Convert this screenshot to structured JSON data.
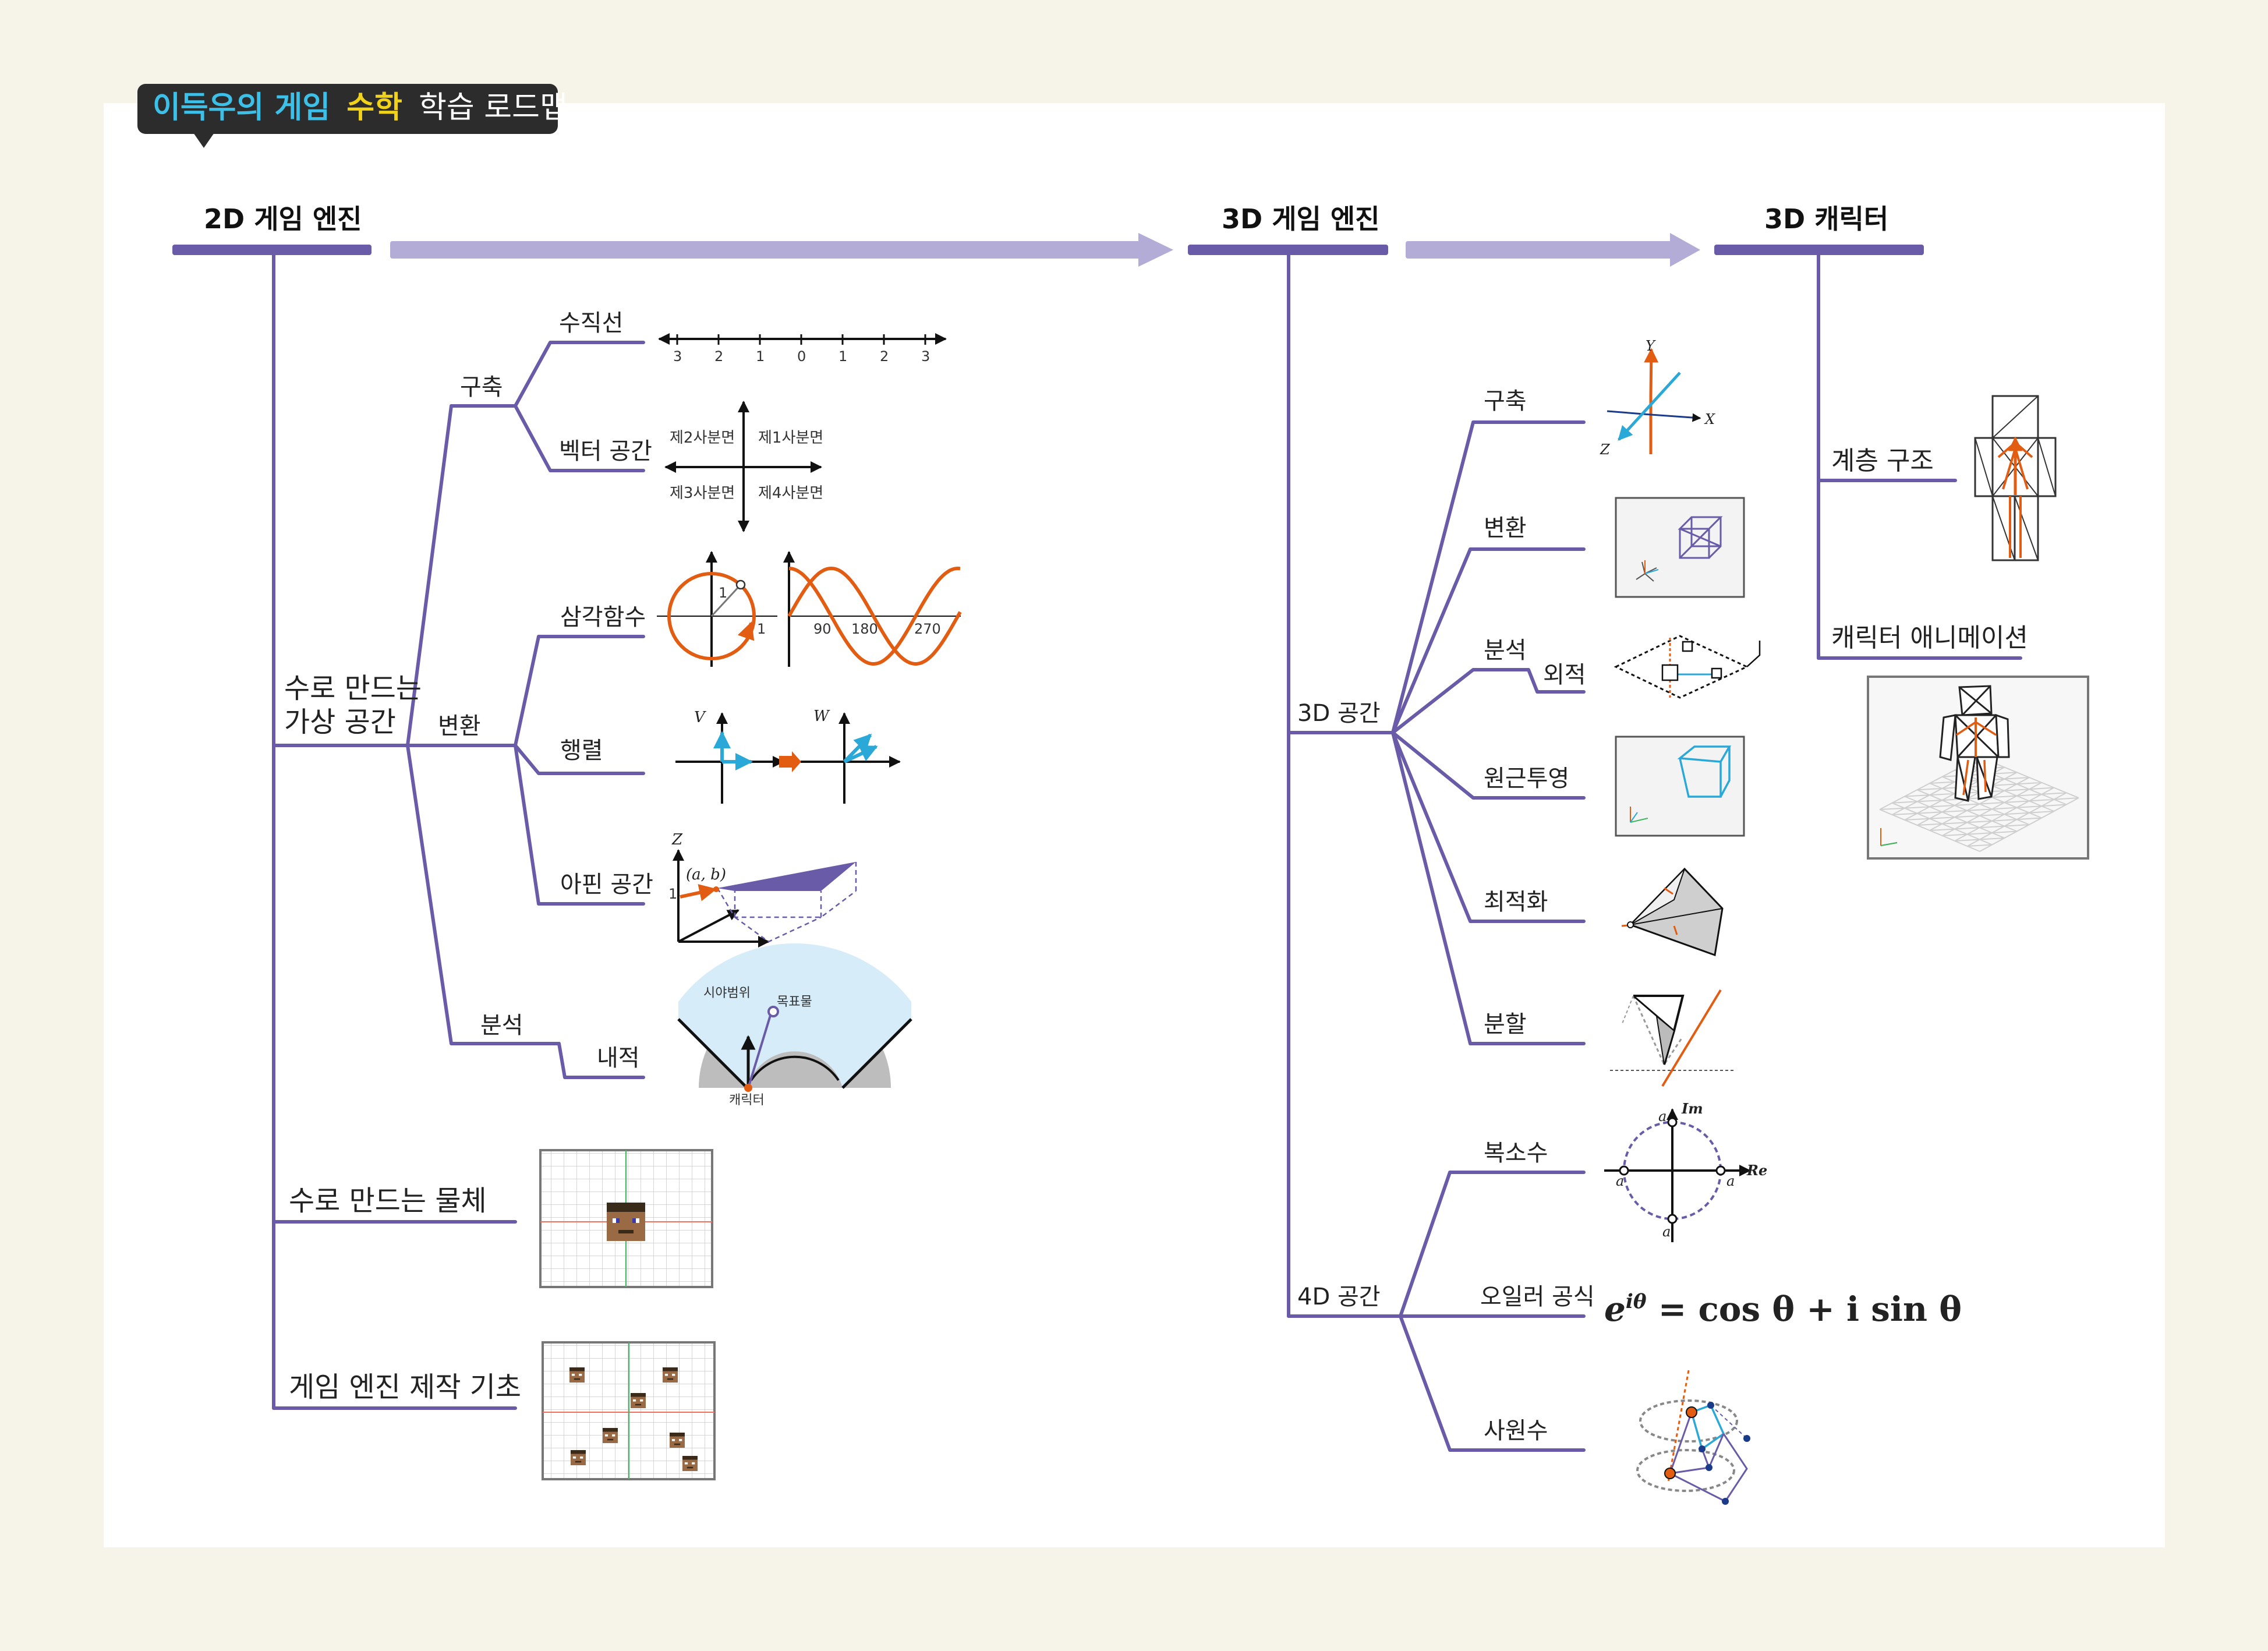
{
  "badge": {
    "part1": "이득우의 게임",
    "part2": "수학",
    "part3": "학습 로드맵",
    "color_part1": "#3cc0e8",
    "color_part2": "#f0d21a",
    "color_bg": "#2c2c2c"
  },
  "accent": {
    "tree": "#6a5ba8",
    "arrow": "#b3acd6",
    "orange": "#e25c12",
    "cyan": "#2aa8d8"
  },
  "sections": {
    "engine2d": "2D 게임 엔진",
    "engine3d": "3D 게임 엔진",
    "character3d": "3D 캐릭터"
  },
  "left": {
    "virtual_space": [
      "수로 만드는",
      "가상 공간"
    ],
    "build": "구축",
    "number_line": "수직선",
    "vector_space": "벡터 공간",
    "transform": "변환",
    "trig": "삼각함수",
    "matrix": "행렬",
    "affine": "아핀 공간",
    "analysis": "분석",
    "dot": "내적",
    "objects": "수로 만드는 물체",
    "engine_basics": "게임 엔진 제작 기초"
  },
  "number_line_ticks": [
    "3",
    "2",
    "1",
    "0",
    "1",
    "2",
    "3"
  ],
  "quadrants": {
    "q1": "제1사분면",
    "q2": "제2사분면",
    "q3": "제3사분면",
    "q4": "제4사분면"
  },
  "trig": {
    "radius": "1",
    "axis_one": "1",
    "ticks": [
      "90",
      "180",
      "270"
    ]
  },
  "matrix_fig": {
    "v": "V",
    "w": "W"
  },
  "affine_fig": {
    "z": "Z",
    "point": "(a, b)",
    "one": "1"
  },
  "dot_fig": {
    "fov": "시야범위",
    "target": "목표물",
    "character": "캐릭터"
  },
  "middle": {
    "space3d": "3D 공간",
    "build": "구축",
    "transform": "변환",
    "analysis": "분석",
    "cross": "외적",
    "perspective": "원근투영",
    "optimize": "최적화",
    "split": "분할",
    "space4d": "4D 공간",
    "complex": "복소수",
    "euler": "오일러 공식",
    "quaternion": "사원수"
  },
  "axes3d": {
    "x": "X",
    "y": "Y",
    "z": "Z"
  },
  "complex_fig": {
    "re": "Re",
    "im": "Im",
    "a": "a"
  },
  "euler_formula": "e^{iθ} = cos θ + i sin θ",
  "euler_parts": {
    "base": "e",
    "exp": "iθ",
    "rhs": " = cos θ + i sin θ"
  },
  "right": {
    "hierarchy": "계층 구조",
    "animation": "캐릭터 애니메이션"
  }
}
